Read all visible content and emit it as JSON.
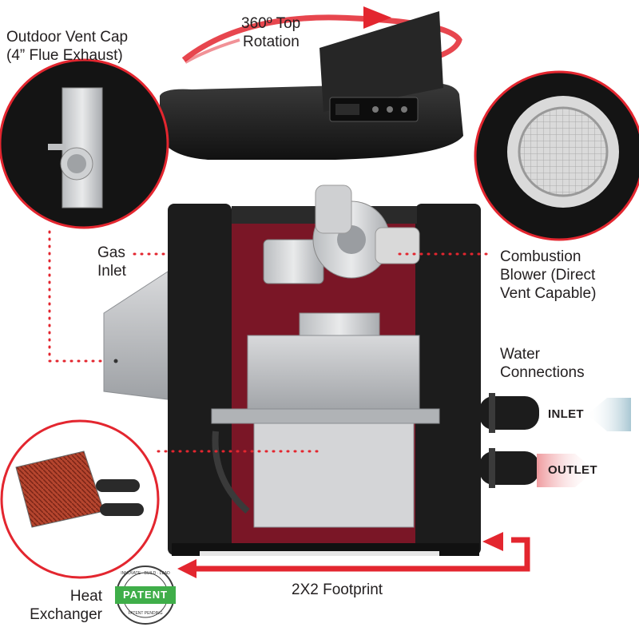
{
  "labels": {
    "rotation": {
      "line1": "360º Top",
      "line2": "Rotation"
    },
    "vent_cap": {
      "line1": "Outdoor Vent Cap",
      "line2": "(4” Flue Exhaust)"
    },
    "gas_inlet": {
      "line1": "Gas",
      "line2": "Inlet"
    },
    "blower": {
      "line1": "Combustion",
      "line2": "Blower (Direct",
      "line3": "Vent Capable)"
    },
    "water": {
      "line1": "Water",
      "line2": "Connections"
    },
    "inlet": "INLET",
    "outlet": "OUTLET",
    "footprint": "2X2 Footprint",
    "heat_exchanger": {
      "line1": "Heat",
      "line2": "Exchanger"
    }
  },
  "badge": {
    "text": "PATENT",
    "ring_top": "INNOVATE · BUILD · LEAD",
    "ring_bottom": "PATENT PENDING"
  },
  "colors": {
    "accent_red": "#e3262f",
    "cabinet_black": "#1c1c1c",
    "interior_red": "#7a1626",
    "badge_green": "#3fae49",
    "inlet_arrow": "#b9d3dd",
    "outlet_arrow": "#f2b9bb"
  }
}
